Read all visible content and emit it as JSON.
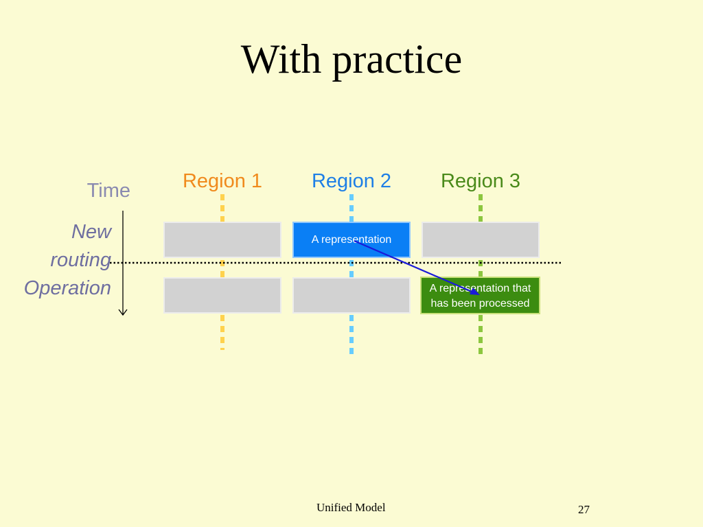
{
  "title": "With practice",
  "axis": {
    "time_label": "Time",
    "operation_lines": [
      "New",
      "routing",
      "Operation"
    ]
  },
  "regions": [
    {
      "label": "Region 1",
      "color": "#f08a1c",
      "line_color": "#ffd24d"
    },
    {
      "label": "Region 2",
      "color": "#1e7fe6",
      "line_color": "#66ccff"
    },
    {
      "label": "Region 3",
      "color": "#4a8a1a",
      "line_color": "#8cc63f"
    }
  ],
  "boxes": {
    "region2_top_text": "A representation",
    "region3_bottom_lines": [
      "A representation that",
      "has been processed"
    ],
    "region2_top_color": "#0a7ff5",
    "region3_bottom_color": "#3c8c10"
  },
  "arrow_color": "#1a1ad9",
  "footer": {
    "center": "Unified Model",
    "page_number": "27"
  }
}
